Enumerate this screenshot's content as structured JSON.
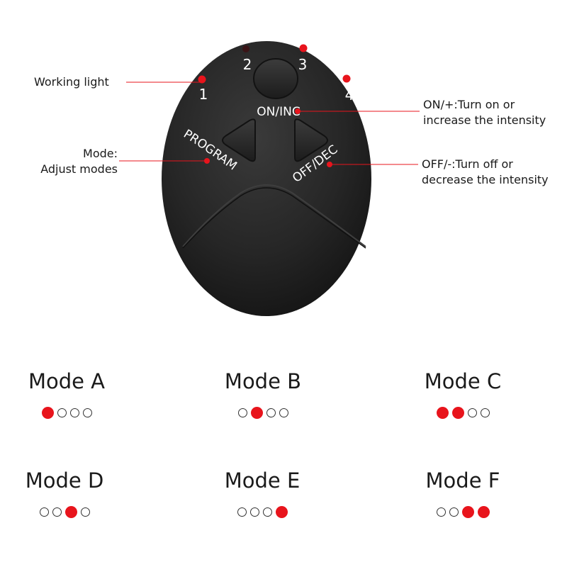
{
  "device": {
    "lights": [
      "1",
      "2",
      "3",
      "4"
    ],
    "light_states": [
      true,
      false,
      true,
      true
    ],
    "on_inc_label": "ON/INC",
    "program_label": "PROGRAM",
    "off_dec_label": "OFF/DEC",
    "body_color": "#242424",
    "accent_color": "#e8141c"
  },
  "callouts": {
    "working_light": "Working light",
    "mode_line1": "Mode:",
    "mode_line2": "Adjust modes",
    "on_line1": "ON/+:Turn on or",
    "on_line2": "increase the intensity",
    "off_line1": "OFF/-:Turn off or",
    "off_line2": "decrease the intensity"
  },
  "modes": [
    {
      "label": "Mode A",
      "dots": [
        true,
        false,
        false,
        false
      ]
    },
    {
      "label": "Mode B",
      "dots": [
        false,
        true,
        false,
        false
      ]
    },
    {
      "label": "Mode C",
      "dots": [
        true,
        true,
        false,
        false
      ]
    },
    {
      "label": "Mode D",
      "dots": [
        false,
        false,
        true,
        false
      ]
    },
    {
      "label": "Mode E",
      "dots": [
        false,
        false,
        false,
        true
      ]
    },
    {
      "label": "Mode F",
      "dots": [
        false,
        false,
        true,
        true
      ]
    }
  ]
}
